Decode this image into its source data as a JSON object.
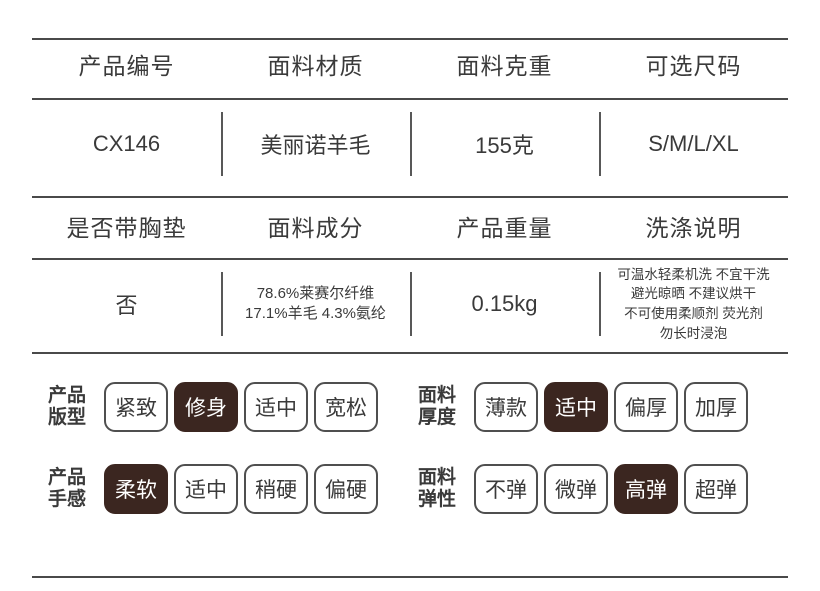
{
  "colors": {
    "rule": "#4a4a4a",
    "divider": "#585858",
    "text": "#3a3a3a",
    "chip_border": "#4f4f4f",
    "chip_selected_bg": "#3B2620",
    "chip_selected_text": "#ffffff",
    "background": "#ffffff"
  },
  "spec_table": {
    "section1": {
      "headers": [
        "产品编号",
        "面料材质",
        "面料克重",
        "可选尺码"
      ],
      "values": [
        "CX146",
        "美丽诺羊毛",
        "155克",
        "S/M/L/XL"
      ]
    },
    "section2": {
      "headers": [
        "是否带胸垫",
        "面料成分",
        "产品重量",
        "洗涤说明"
      ],
      "values": {
        "bra_pad": "否",
        "composition": [
          "78.6%莱赛尔纤维",
          "17.1%羊毛 4.3%氨纶"
        ],
        "weight": "0.15kg",
        "washing": [
          "可温水轻柔机洗 不宜干洗",
          "避光晾晒 不建议烘干",
          "不可使用柔顺剂 荧光剂",
          "勿长时浸泡"
        ]
      }
    }
  },
  "attributes": [
    {
      "label_lines": [
        "产品",
        "版型"
      ],
      "options": [
        {
          "text": "紧致",
          "selected": false
        },
        {
          "text": "修身",
          "selected": true
        },
        {
          "text": "适中",
          "selected": false
        },
        {
          "text": "宽松",
          "selected": false
        }
      ]
    },
    {
      "label_lines": [
        "面料",
        "厚度"
      ],
      "options": [
        {
          "text": "薄款",
          "selected": false
        },
        {
          "text": "适中",
          "selected": true
        },
        {
          "text": "偏厚",
          "selected": false
        },
        {
          "text": "加厚",
          "selected": false
        }
      ]
    },
    {
      "label_lines": [
        "产品",
        "手感"
      ],
      "options": [
        {
          "text": "柔软",
          "selected": true
        },
        {
          "text": "适中",
          "selected": false
        },
        {
          "text": "稍硬",
          "selected": false
        },
        {
          "text": "偏硬",
          "selected": false
        }
      ]
    },
    {
      "label_lines": [
        "面料",
        "弹性"
      ],
      "options": [
        {
          "text": "不弹",
          "selected": false
        },
        {
          "text": "微弹",
          "selected": false
        },
        {
          "text": "高弹",
          "selected": false
        },
        {
          "text": "超弹",
          "selected": false
        }
      ]
    }
  ],
  "attributes_selected_override": {
    "row3_selected": "高弹"
  }
}
